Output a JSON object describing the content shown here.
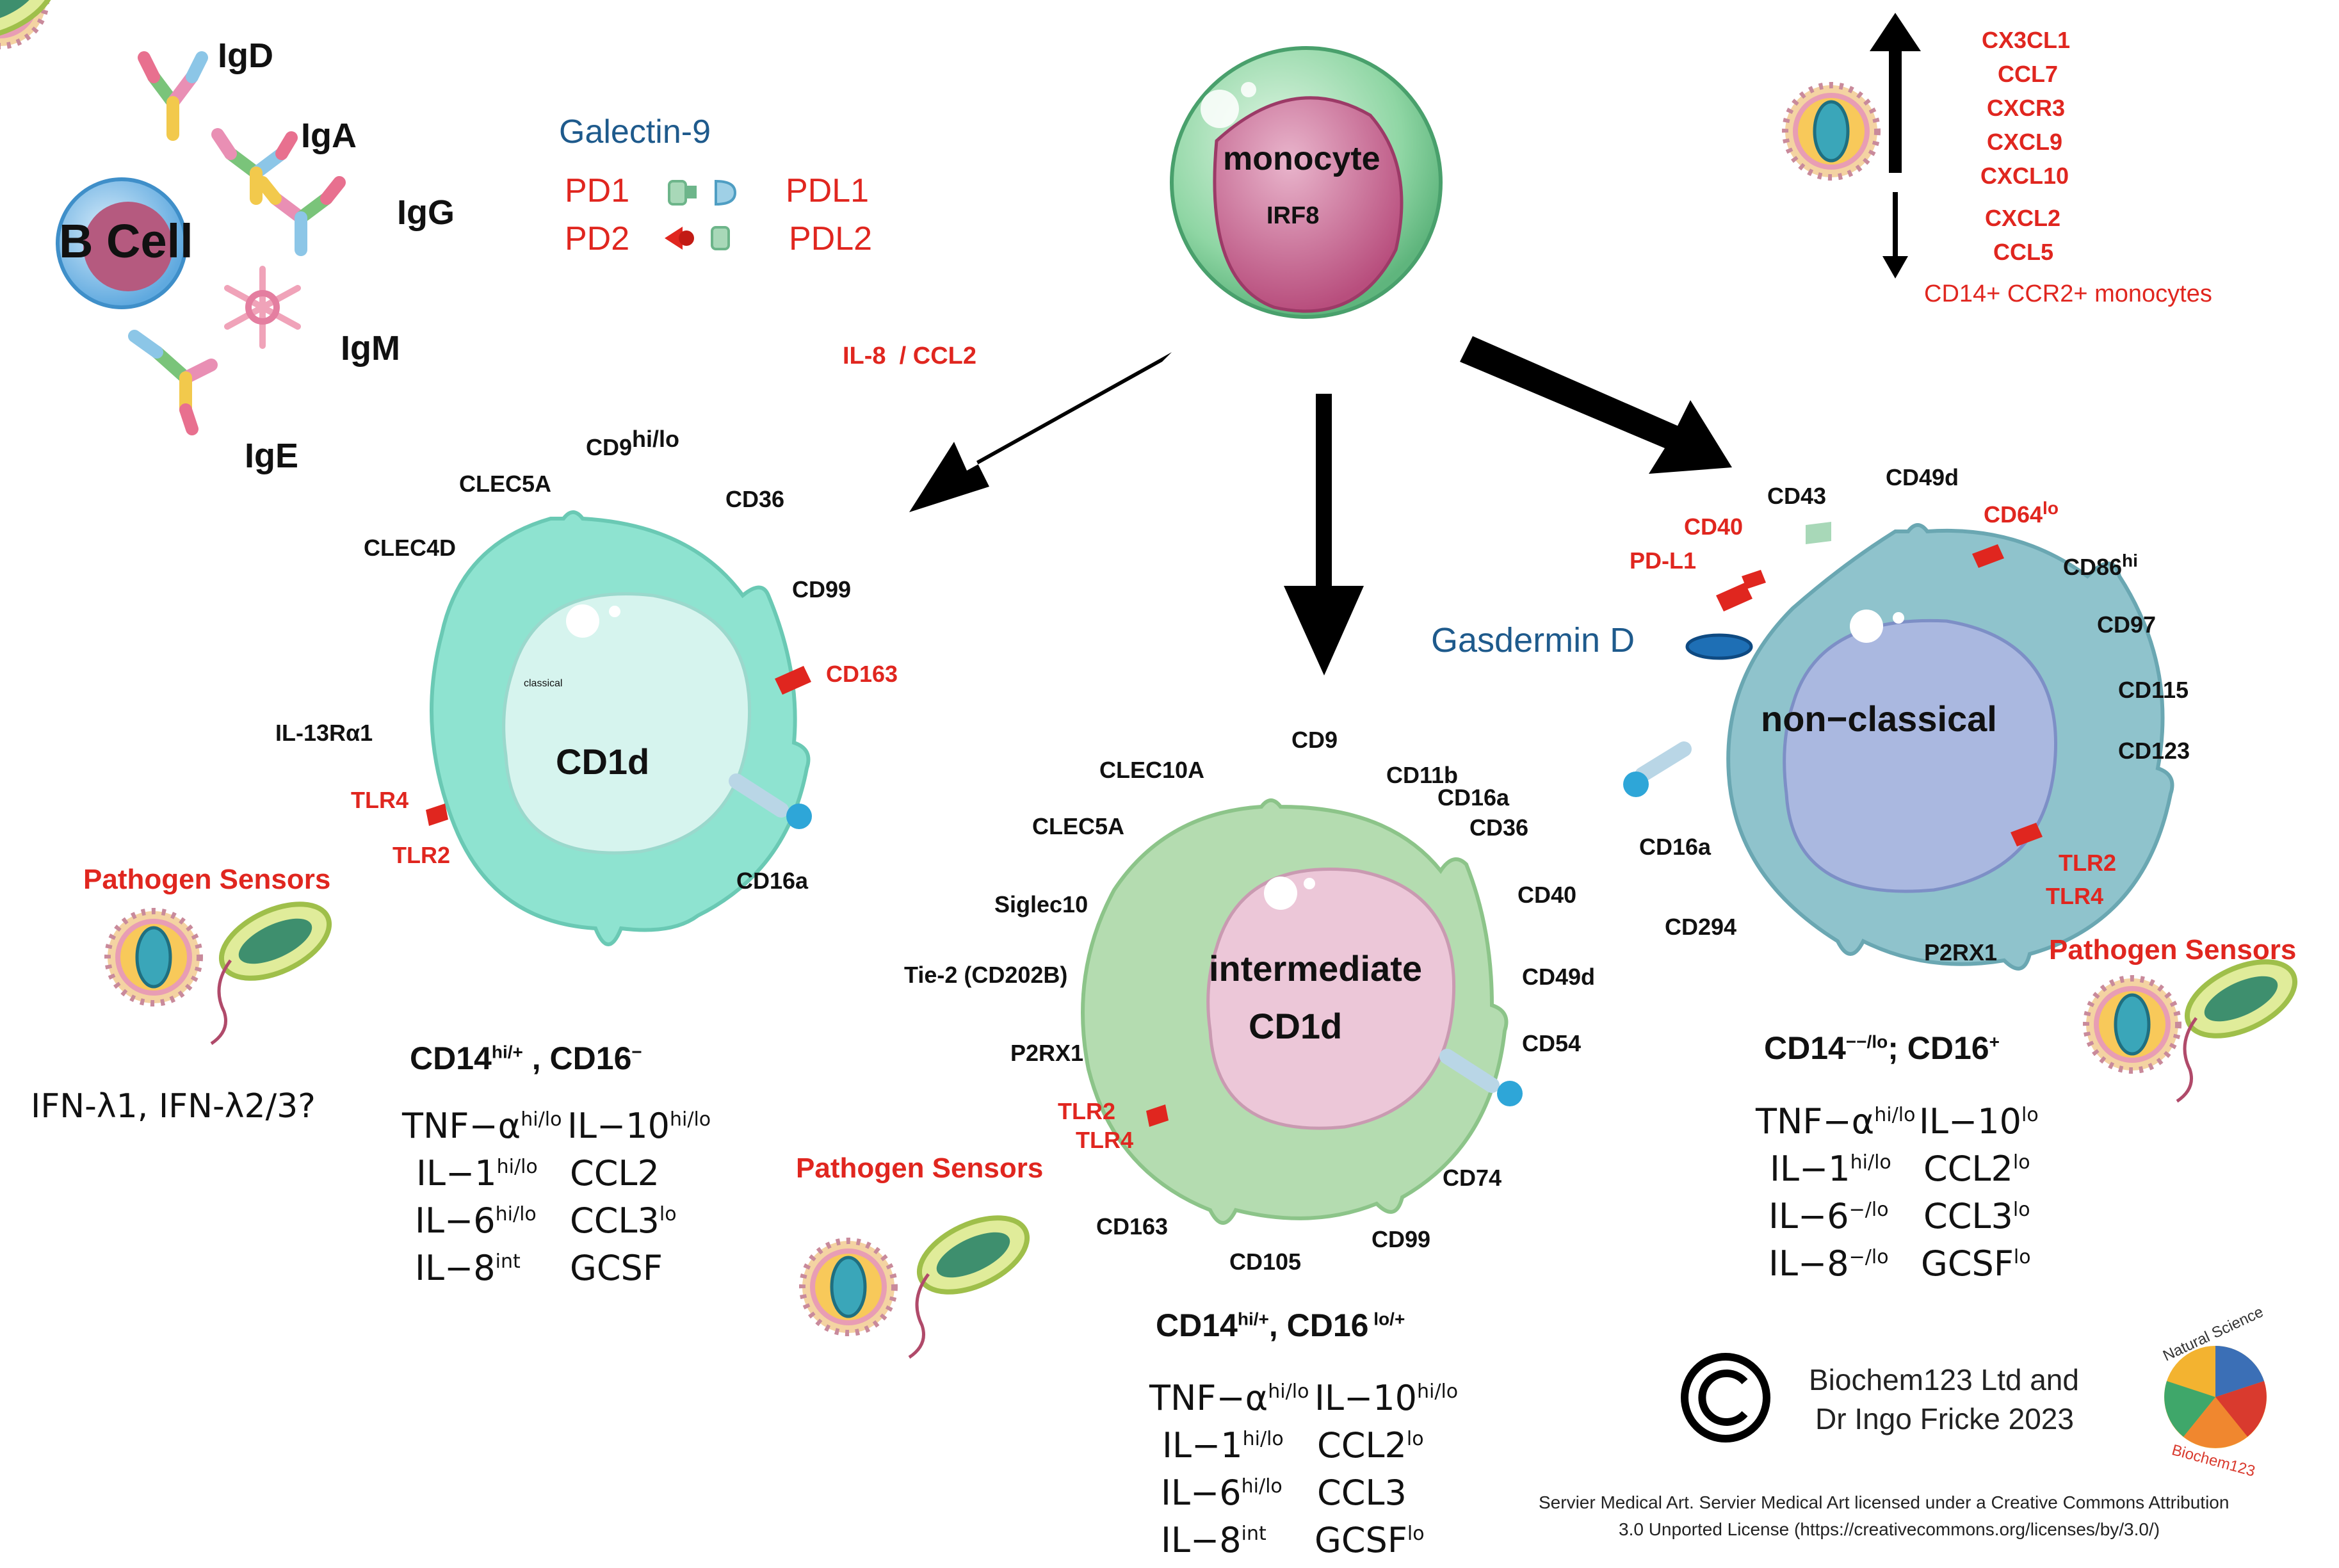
{
  "top_left": {
    "b_cell": "B Cell",
    "antibodies": [
      "IgD",
      "IgA",
      "IgG",
      "IgM",
      "IgE"
    ]
  },
  "checkpoints": {
    "galectin": "Galectin-9",
    "pd1": "PD1",
    "pd2": "PD2",
    "pdl1": "PDL1",
    "pdl2": "PDL2"
  },
  "monocyte": {
    "title": "monocyte",
    "sub": "IRF8"
  },
  "il8_ccl2": "IL-8  / CCL2",
  "chemokines": {
    "up": [
      "CX3CL1",
      "CCL7",
      "CXCR3",
      "CXCL9",
      "CXCL10"
    ],
    "down": [
      "CXCL2",
      "CCL5"
    ],
    "note": "CD14+ CCR2+ monocytes"
  },
  "classical": {
    "name": "classical",
    "sub": "CD1d",
    "markers": [
      "CLEC5A",
      "CD9",
      "hi/lo",
      "CD36",
      "CLEC4D",
      "CD99",
      "CD163",
      "IL-13Rα1",
      "TLR4",
      "TLR2",
      "CD16a"
    ],
    "sensors": "Pathogen Sensors",
    "ifn": "IFN-λ1, IFN-λ2/3?",
    "phenotype": {
      "cd14": "CD14",
      "cd14_sup": "hi/+",
      "sep": " , ",
      "cd16": "CD16",
      "cd16_sup": "−"
    },
    "cytokines": [
      {
        "a": "TNF−α",
        "as": "hi/lo",
        "b": "IL−10",
        "bs": "hi/lo"
      },
      {
        "a": "IL−1",
        "as": "hi/lo",
        "b": "CCL2",
        "bs": ""
      },
      {
        "a": "IL−6",
        "as": "hi/lo",
        "b": "CCL3",
        "bs": "lo"
      },
      {
        "a": "IL−8",
        "as": "int",
        "b": "GCSF",
        "bs": ""
      }
    ]
  },
  "intermediate": {
    "name": "intermediate",
    "sub": "CD1d",
    "markers": [
      "CD9",
      "CLEC10A",
      "CD11b",
      "CD16a",
      "CD36",
      "CLEC5A",
      "Siglec10",
      "CD40",
      "Tie-2 (CD202B)",
      "CD49d",
      "P2RX1",
      "CD54",
      "TLR2",
      "TLR4",
      "CD74",
      "CD163",
      "CD105",
      "CD99"
    ],
    "sensors": "Pathogen Sensors",
    "phenotype": {
      "cd14": "CD14",
      "cd14_sup": "hi/+",
      "sep": ", ",
      "cd16": "CD16",
      "cd16_sup": " lo/+"
    },
    "cytokines": [
      {
        "a": "TNF−α",
        "as": "hi/lo",
        "b": "IL−10",
        "bs": "hi/lo"
      },
      {
        "a": "IL−1",
        "as": "hi/lo",
        "b": "CCL2",
        "bs": "lo"
      },
      {
        "a": "IL−6",
        "as": "hi/lo",
        "b": "CCL3",
        "bs": ""
      },
      {
        "a": "IL−8",
        "as": "int",
        "b": "GCSF",
        "bs": "lo"
      }
    ]
  },
  "nonclassical": {
    "name": "non−classical",
    "markers": [
      "CD49d",
      "CD43",
      "CD40",
      "CD64",
      "lo",
      "PD-L1",
      "CD86",
      "hi",
      "CD97",
      "CD115",
      "CD123",
      "CD16a",
      "CD294",
      "P2RX1",
      "TLR2",
      "TLR4"
    ],
    "gasdermin": "Gasdermin D",
    "sensors": "Pathogen Sensors",
    "phenotype": {
      "cd14": "CD14",
      "cd14_sup": "−−/lo",
      "sep": "; ",
      "cd16": "CD16",
      "cd16_sup": "+"
    },
    "cytokines": [
      {
        "a": "TNF−α",
        "as": "hi/lo",
        "b": "IL−10",
        "bs": "lo"
      },
      {
        "a": "IL−1",
        "as": "hi/lo",
        "b": "CCL2",
        "bs": "lo"
      },
      {
        "a": "IL−6",
        "as": "−/lo",
        "b": "CCL3",
        "bs": "lo"
      },
      {
        "a": "IL−8",
        "as": "−/lo",
        "b": "GCSF",
        "bs": "lo"
      }
    ]
  },
  "credits": {
    "line1": "Biochem123 Ltd and",
    "line2": "Dr Ingo Fricke 2023",
    "license1": "Servier Medical Art. Servier Medical Art licensed under a Creative Commons Attribution",
    "license2": "3.0 Unported License (https://creativecommons.org/licenses/by/3.0/)",
    "logo_top": "Natural Science",
    "logo_bottom": "Biochem123"
  },
  "colors": {
    "red_label": "#e0261f",
    "blue_label": "#1e5a8c",
    "classical_cell": "#8ee3d0",
    "intermediate_cell": "#b4dcb0",
    "nonclassical_cell": "#8fc3cc",
    "monocyte_nucleus": "#c45b86"
  }
}
